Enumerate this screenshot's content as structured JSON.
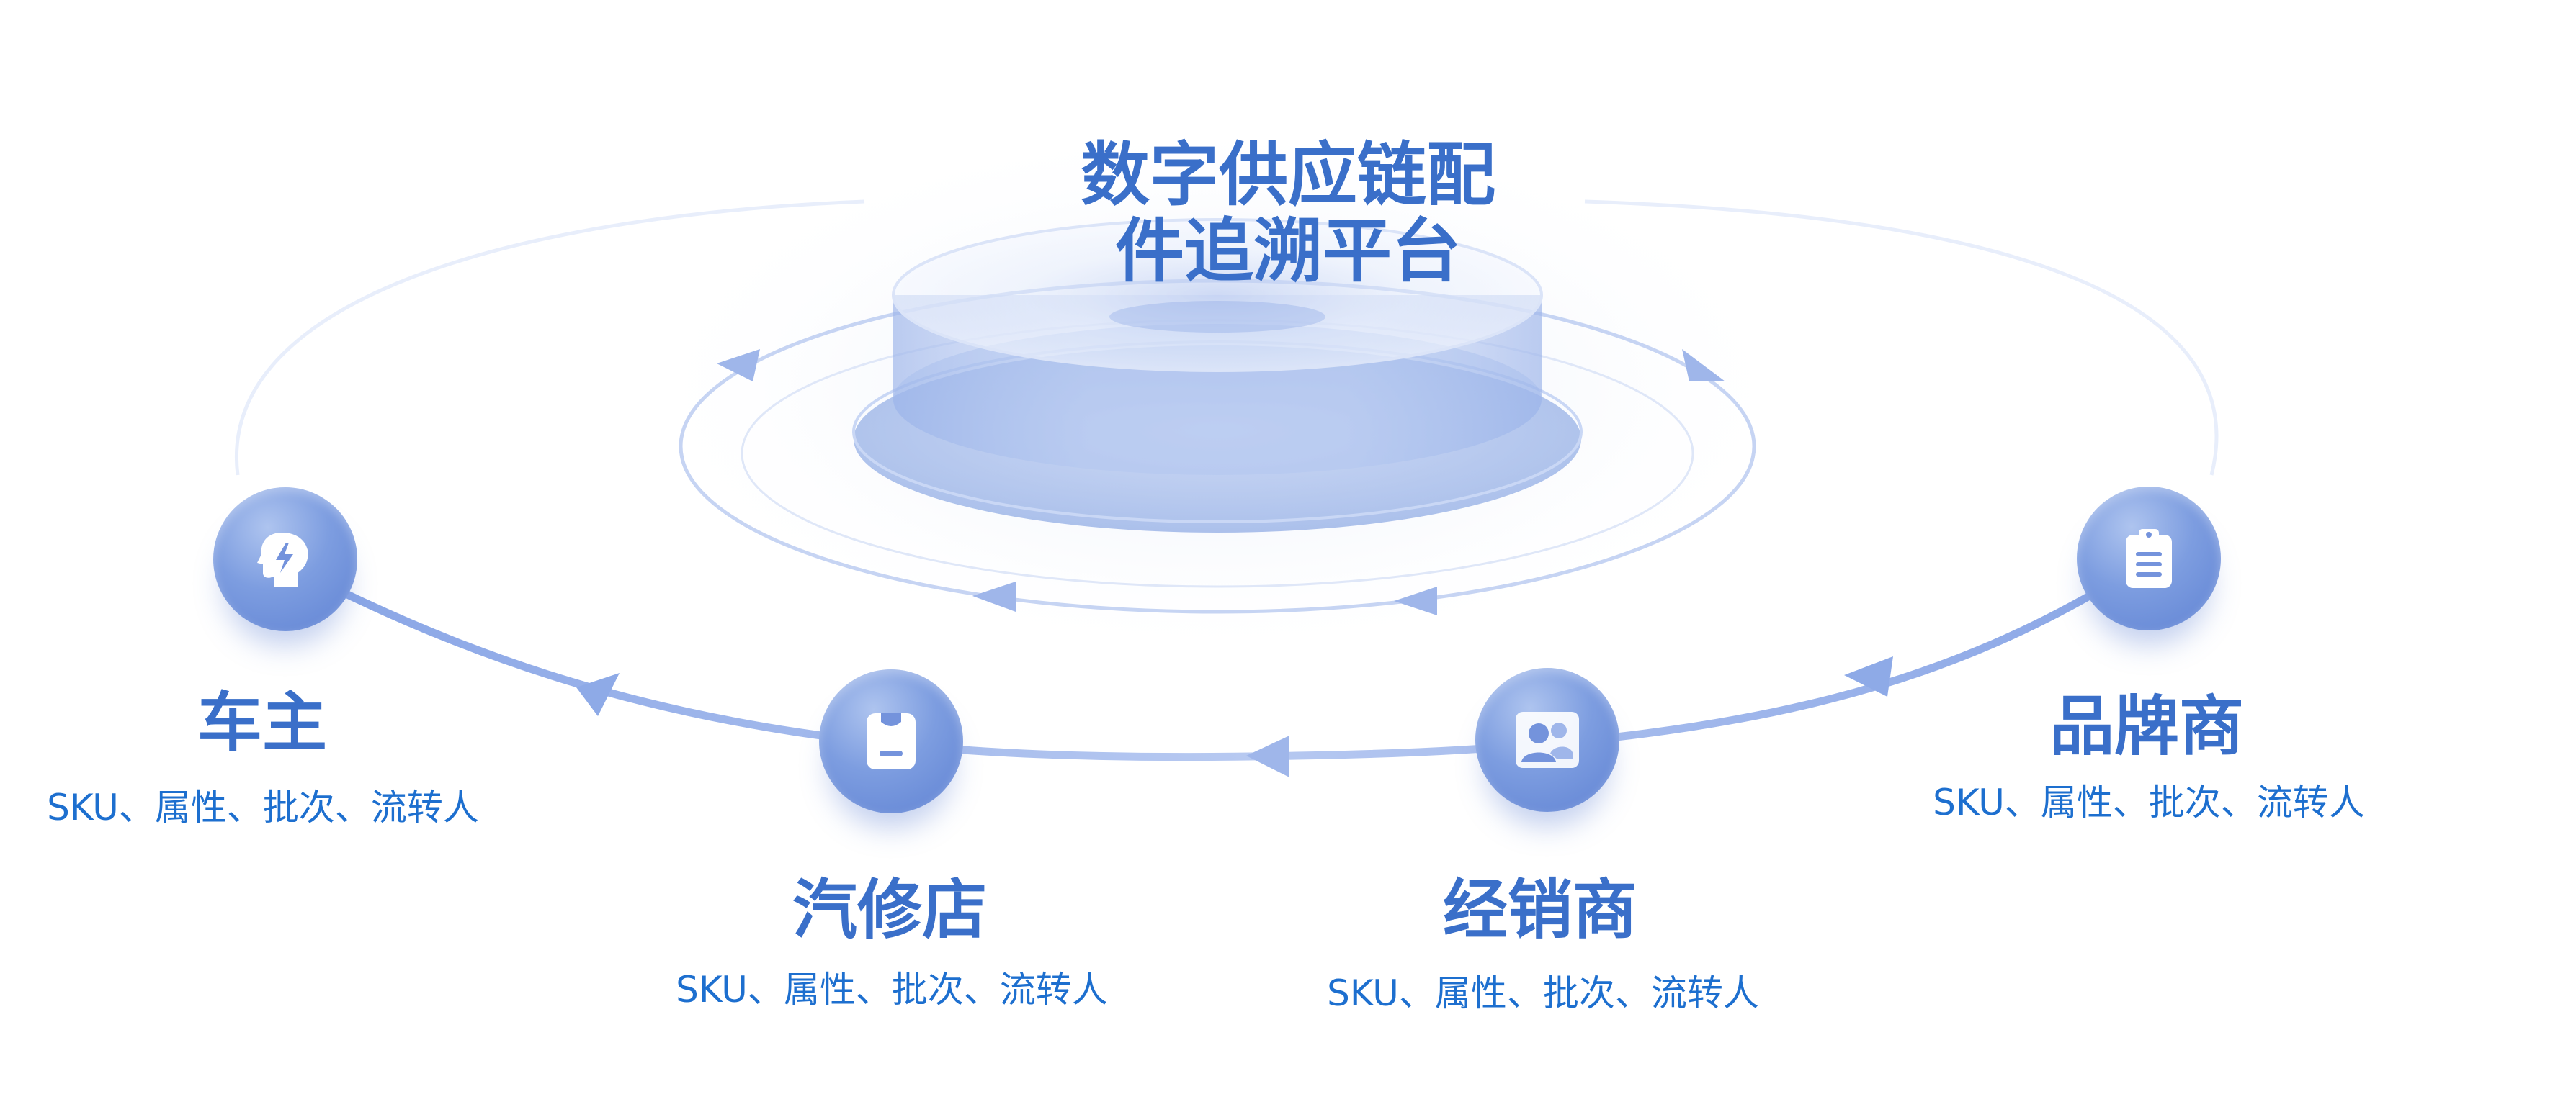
{
  "platform": {
    "title_line1": "数字供应链配",
    "title_line2": "件追溯平台"
  },
  "nodes": [
    {
      "label": "车主",
      "desc": "SKU、属性、批次、流转人",
      "icon": "head-lightning-icon"
    },
    {
      "label": "汽修店",
      "desc": "SKU、属性、批次、流转人",
      "icon": "clipboard-badge-icon"
    },
    {
      "label": "经销商",
      "desc": "SKU、属性、批次、流转人",
      "icon": "users-icon"
    },
    {
      "label": "品牌商",
      "desc": "SKU、属性、批次、流转人",
      "icon": "document-icon"
    }
  ],
  "colors": {
    "accent": "#3a6fc9",
    "desc": "#1d6fcf",
    "node_light": "#aec4ef",
    "node_dark": "#5f82d3"
  }
}
